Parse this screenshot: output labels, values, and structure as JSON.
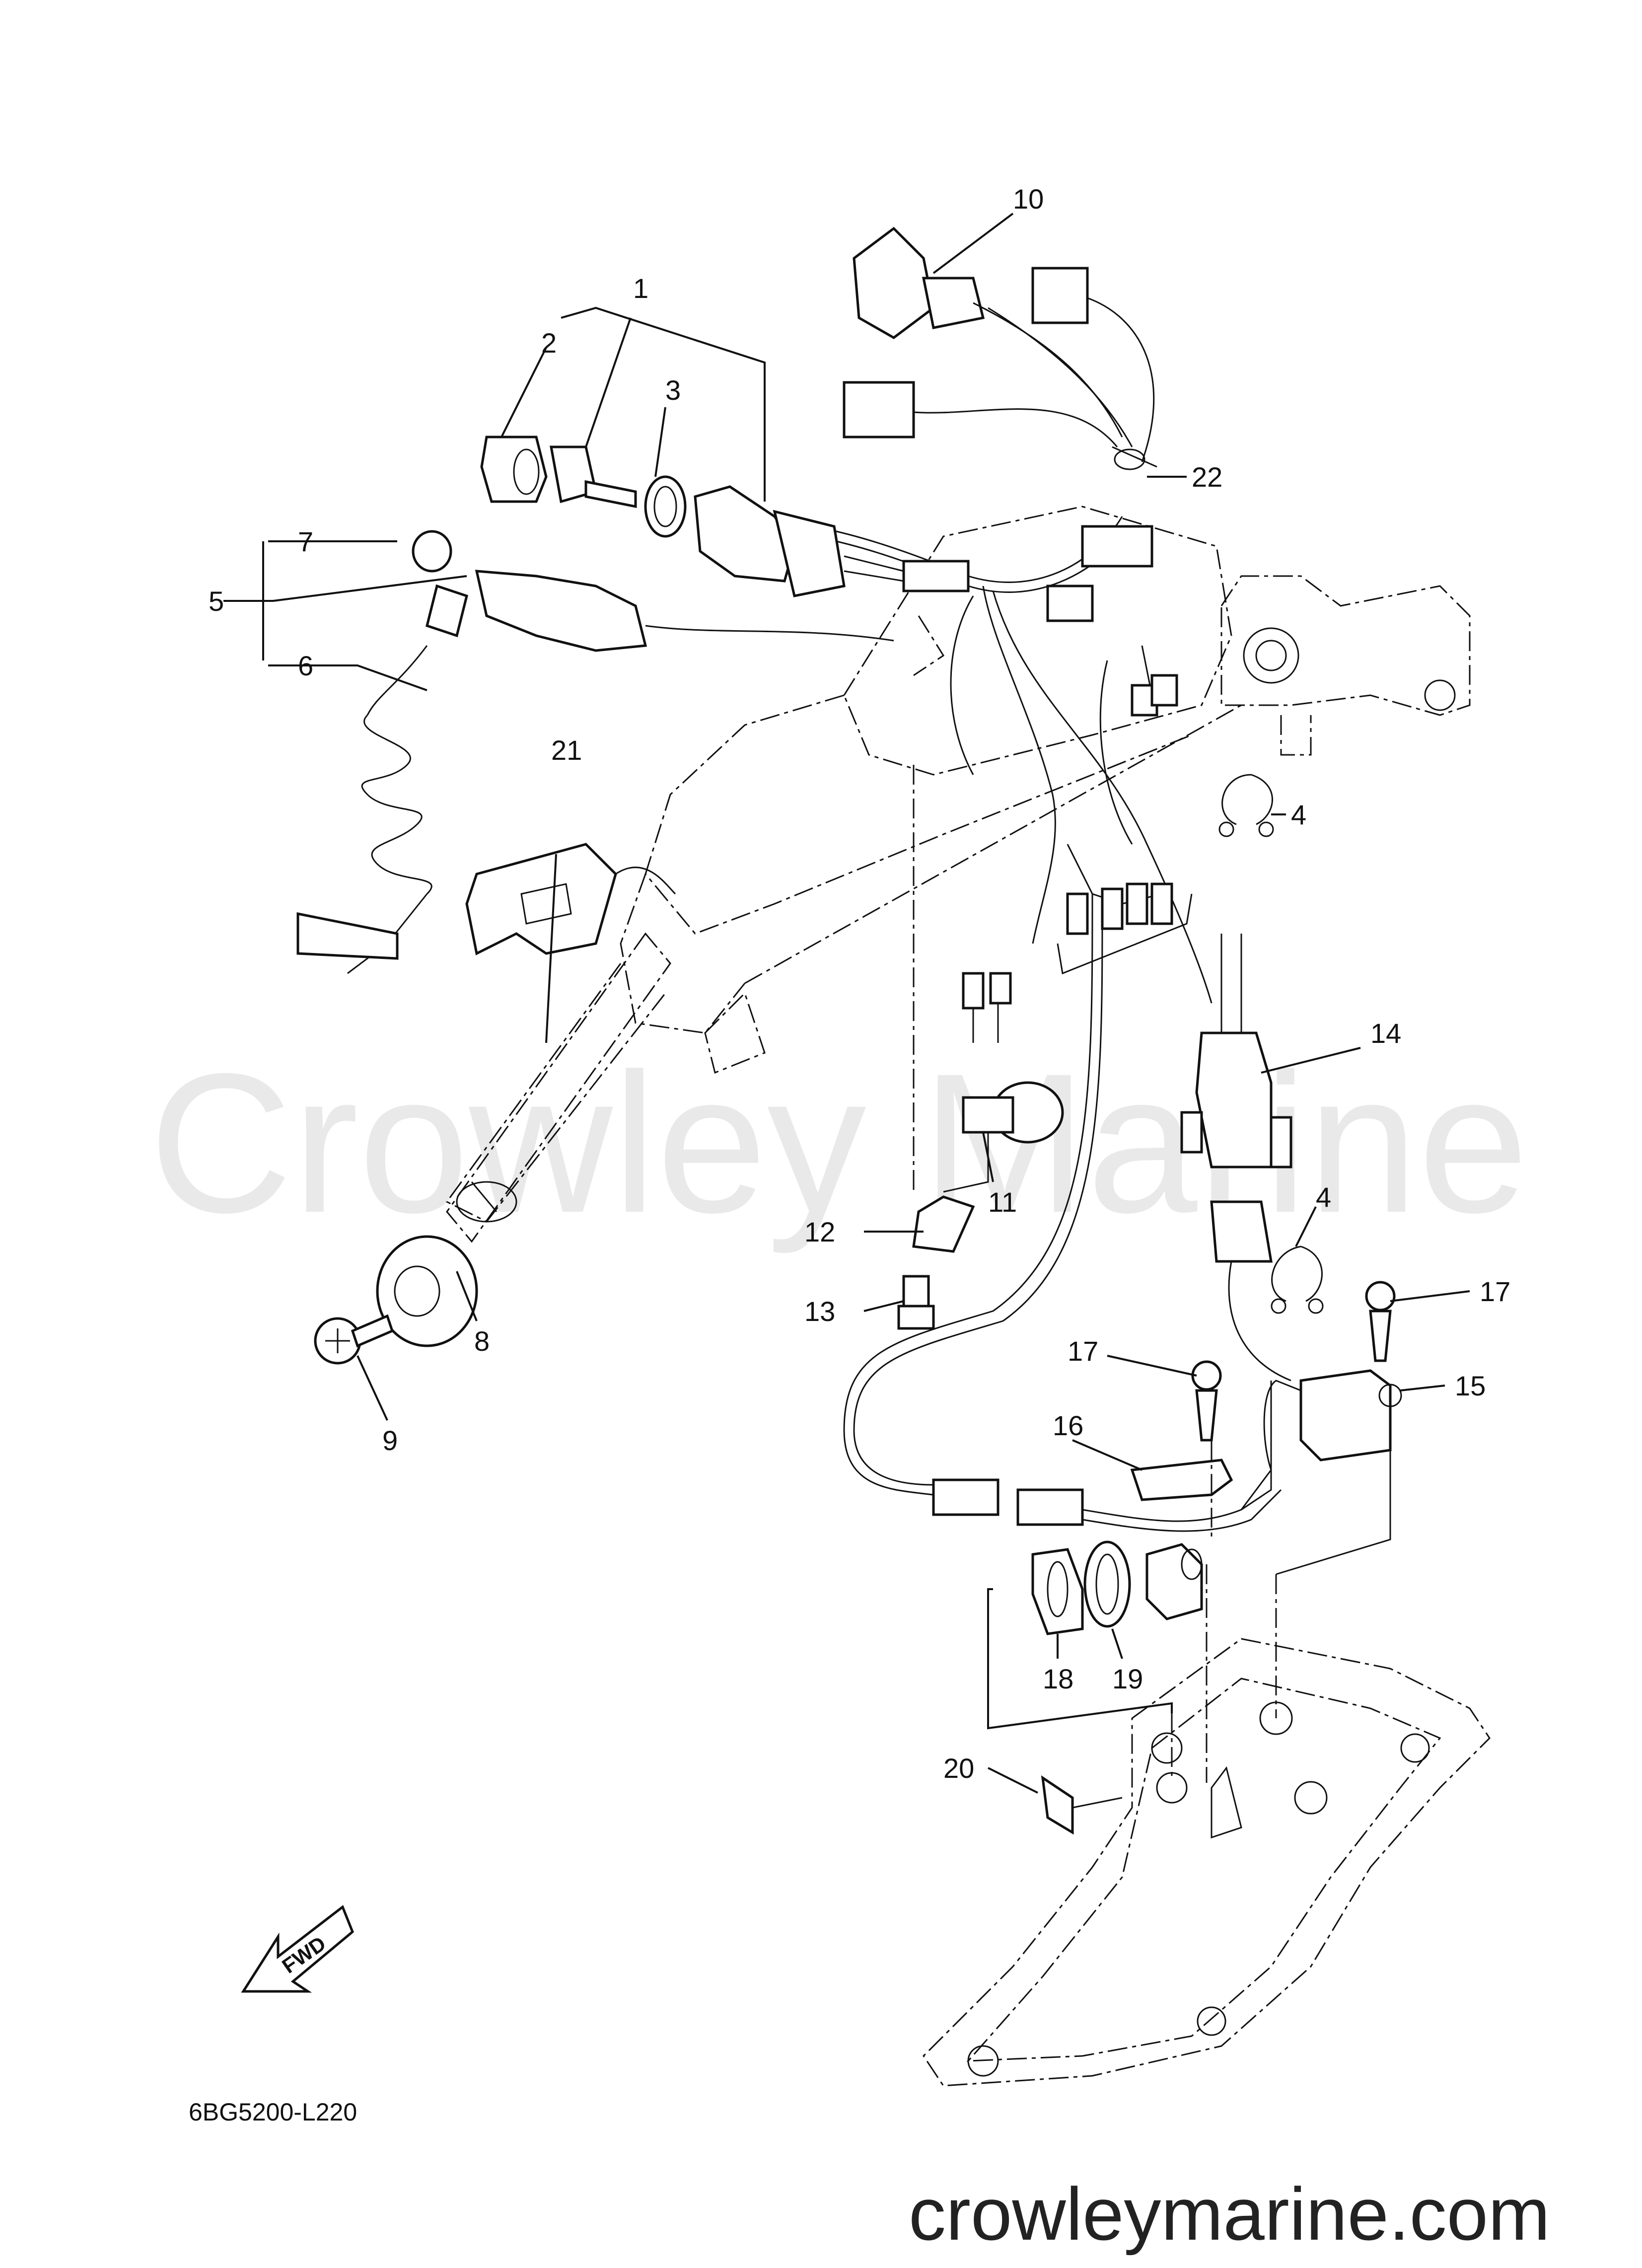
{
  "diagram": {
    "watermark": "Crowley Marine",
    "site_url": "crowleymarine.com",
    "drawing_code": "6BG5200-L220",
    "fwd_arrow_label": "FWD",
    "callouts": {
      "c1": "1",
      "c2": "2",
      "c3": "3",
      "c4a": "4",
      "c4b": "4",
      "c5": "5",
      "c6": "6",
      "c7": "7",
      "c8": "8",
      "c9": "9",
      "c10": "10",
      "c11": "11",
      "c12": "12",
      "c13": "13",
      "c14": "14",
      "c15": "15",
      "c16": "16",
      "c17a": "17",
      "c17b": "17",
      "c18": "18",
      "c19": "19",
      "c20": "20",
      "c21": "21",
      "c22": "22"
    }
  }
}
